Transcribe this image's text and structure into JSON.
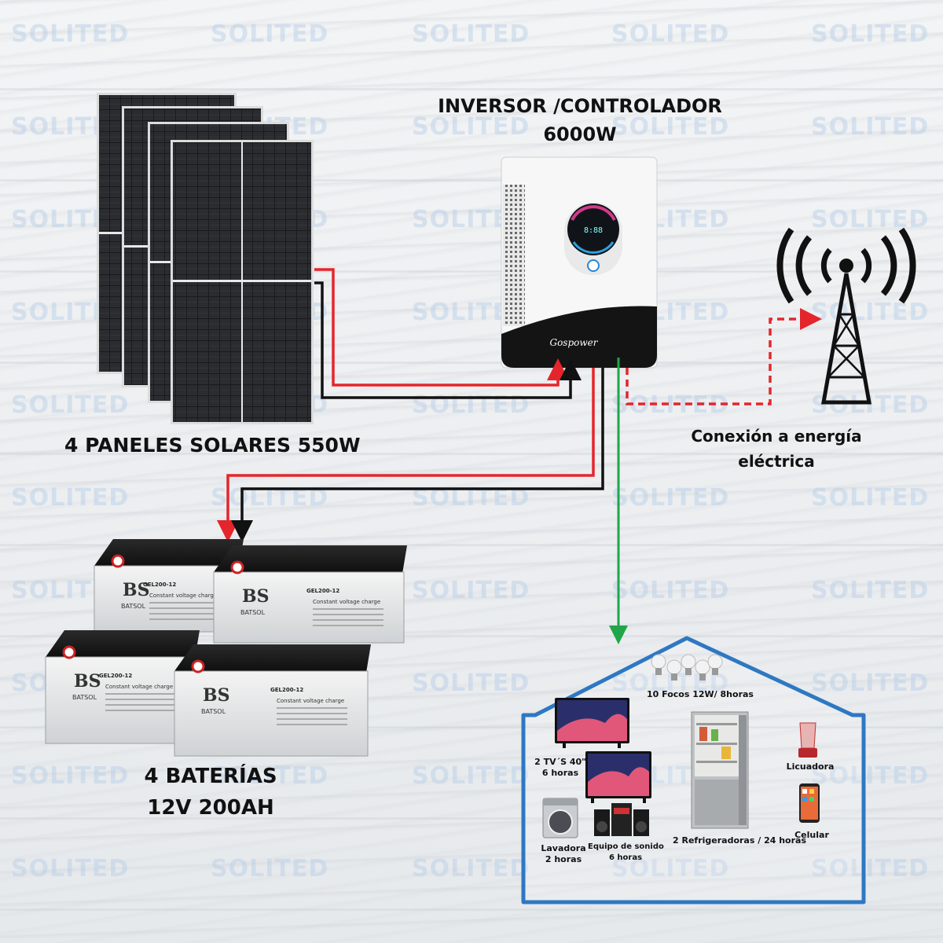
{
  "watermark": "SOLITED",
  "panels": {
    "label": "4 PANELES SOLARES 550W"
  },
  "inverter": {
    "title_line1": "INVERSOR /CONTROLADOR",
    "title_line2": "6000W",
    "brand": "Gospower"
  },
  "grid": {
    "label_line1": "Conexión a energía",
    "label_line2": "eléctrica"
  },
  "batteries": {
    "label_line1": "4 BATERÍAS",
    "label_line2": "12V 200AH",
    "model": "GEL200-12",
    "brand_short": "BS",
    "brand": "BATSOL",
    "spec_title": "Constant voltage charge"
  },
  "house": {
    "lights": "10 Focos 12W/ 8horas",
    "tv_line1": "2 TV´S 40\"",
    "tv_line2": "6 horas",
    "blender": "Licuadora",
    "phone": "Celular",
    "washer_line1": "Lavadora",
    "washer_line2": "2 horas",
    "sound_line1": "Equipo de sonido",
    "sound_line2": "6 horas",
    "fridge": "2 Refrigeradoras / 24 horas"
  },
  "colors": {
    "positive": "#e4262c",
    "negative": "#111111",
    "ac_output": "#1fa64a",
    "house_outline": "#2e78c2"
  }
}
